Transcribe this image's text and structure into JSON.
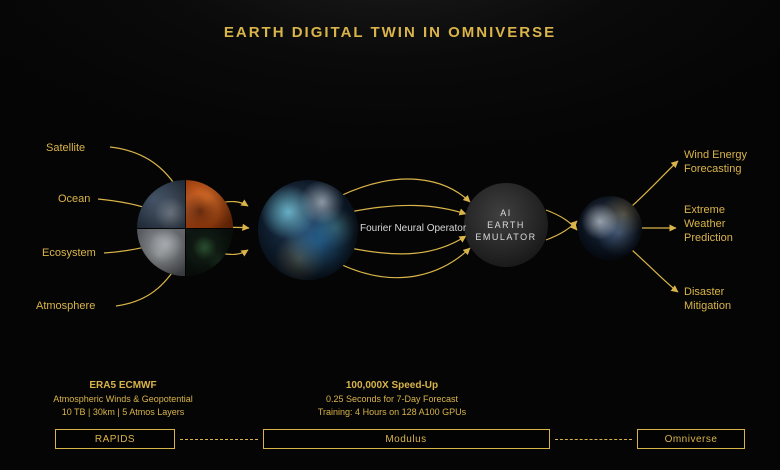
{
  "title": "EARTH DIGITAL TWIN IN OMNIVERSE",
  "colors": {
    "accent": "#d9b44a",
    "background": "#060606",
    "text_white": "#dcdcdc"
  },
  "inputs": [
    {
      "label": "Satellite"
    },
    {
      "label": "Ocean"
    },
    {
      "label": "Ecosystem"
    },
    {
      "label": "Atmosphere"
    }
  ],
  "outputs": [
    {
      "lines": [
        "Wind Energy",
        "Forecasting",
        ""
      ]
    },
    {
      "lines": [
        "Extreme",
        "Weather",
        "Prediction"
      ]
    },
    {
      "lines": [
        "Disaster",
        "Mitigation",
        ""
      ]
    }
  ],
  "nodes": {
    "fourier_label": "Fourier Neural Operator",
    "emulator_lines": [
      "AI",
      "EARTH",
      "EMULATOR"
    ]
  },
  "stats_left": {
    "heading": "ERA5 ECMWF",
    "line2": "Atmospheric Winds & Geopotential",
    "line3": "10 TB | 30km | 5 Atmos Layers"
  },
  "stats_center": {
    "heading": "100,000X Speed-Up",
    "line2": "0.25 Seconds for 7-Day Forecast",
    "line3": "Training: 4 Hours on 128 A100 GPUs"
  },
  "pipeline": [
    {
      "label": "RAPIDS"
    },
    {
      "label": "Modulus"
    },
    {
      "label": "Omniverse"
    }
  ]
}
